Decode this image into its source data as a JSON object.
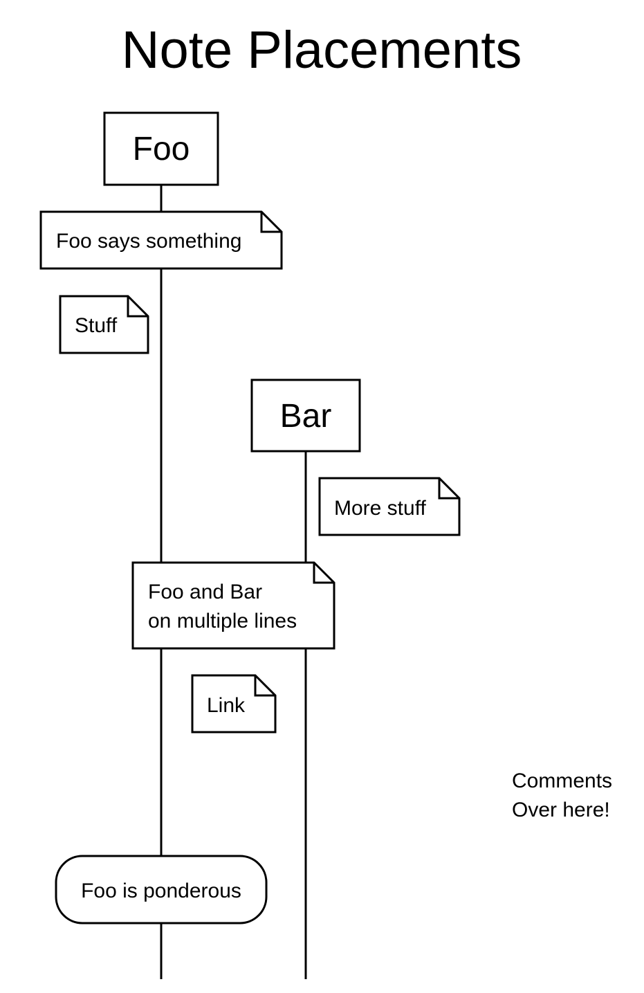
{
  "title": "Note Placements",
  "actors": {
    "foo": "Foo",
    "bar": "Bar"
  },
  "notes": {
    "foo_says": "Foo says something",
    "stuff": "Stuff",
    "more_stuff": "More stuff",
    "foo_and_bar_line1": "Foo and Bar",
    "foo_and_bar_line2": "on multiple lines",
    "link": "Link",
    "comments_line1": "Comments",
    "comments_line2": "Over here!",
    "foo_ponderous": "Foo is ponderous"
  },
  "colors": {
    "stroke": "#000000",
    "fill": "#ffffff"
  }
}
